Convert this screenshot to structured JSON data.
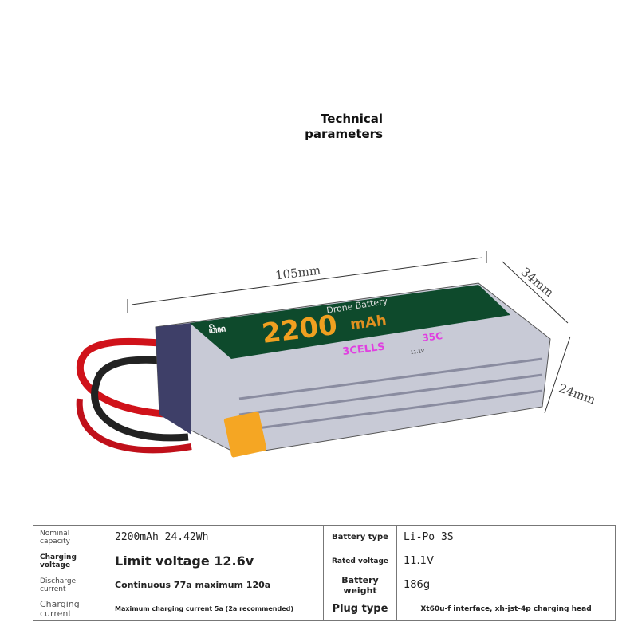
{
  "title": {
    "line1": "Technical",
    "line2": "parameters"
  },
  "dimensions": {
    "length": "105mm",
    "width": "34mm",
    "height": "24mm"
  },
  "product_label": {
    "brand": "ꦮꦼꦤ",
    "subtitle": "Drone Battery",
    "capacity": "2200",
    "unit": "mAh",
    "cells": "3CELLS",
    "rate": "35C",
    "voltage": "11.1V"
  },
  "colors": {
    "wire_red": "#d0121a",
    "connector_yellow": "#f5a623",
    "label_green": "#0e4a2c",
    "casing": "#c8cad6"
  },
  "specs": [
    {
      "label": "Nominal capacity",
      "value": "2200mAh 24.42Wh",
      "label2": "Battery type",
      "value2": "Li-Po 3S"
    },
    {
      "label": "Charging voltage",
      "value": "Limit voltage 12.6v",
      "label2": "Rated voltage",
      "value2": "11.1V"
    },
    {
      "label": "Discharge current",
      "value": "Continuous 77a maximum 120a",
      "label2": "Battery weight",
      "value2": "186g"
    },
    {
      "label": "Charging current",
      "value": "Maximum charging current 5a (2a recommended)",
      "label2": "Plug type",
      "value2": "Xt60u-f interface, xh-jst-4p charging head"
    }
  ]
}
